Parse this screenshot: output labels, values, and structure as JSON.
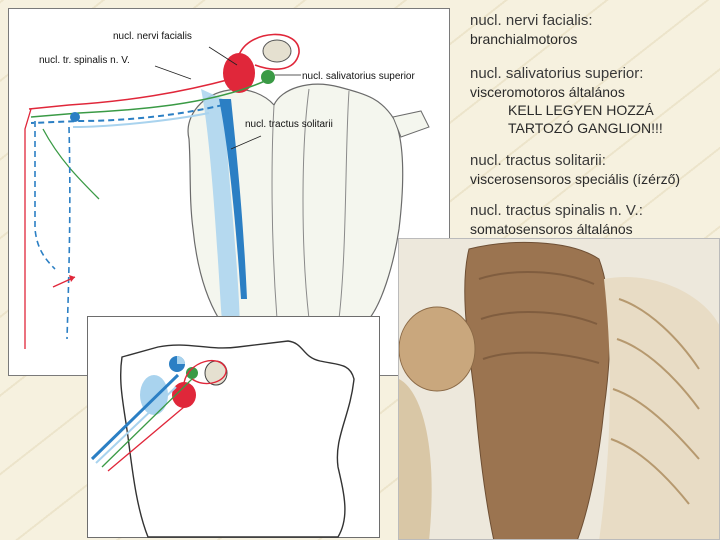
{
  "diagram": {
    "labels": {
      "nervi_facialis": "nucl. nervi facialis",
      "tr_spinalis": "nucl. tr. spinalis n. V.",
      "salivatorius": "nucl. salivatorius superior",
      "tractus_solitarii": "nucl. tractus solitarii"
    }
  },
  "info": [
    {
      "title": "nucl. nervi facialis:",
      "desc": "branchialmotoros"
    },
    {
      "title": "nucl. salivatorius superior:",
      "desc": "visceromotoros általános",
      "extra": [
        "KELL LEGYEN HOZZÁ",
        "TARTOZÓ GANGLION!!!"
      ]
    },
    {
      "title": "nucl. tractus solitarii:",
      "desc": "viscerosensoros speciális (ízérző)"
    },
    {
      "title": "nucl. tractus spinalis n. V.:",
      "desc": "somatosensoros általános"
    }
  ],
  "colors": {
    "branchiomotor": "#e0273a",
    "visceromotor": "#3a9a45",
    "viscerosensory": "#2b7fc4",
    "somatosensory": "#a9d3ee"
  }
}
